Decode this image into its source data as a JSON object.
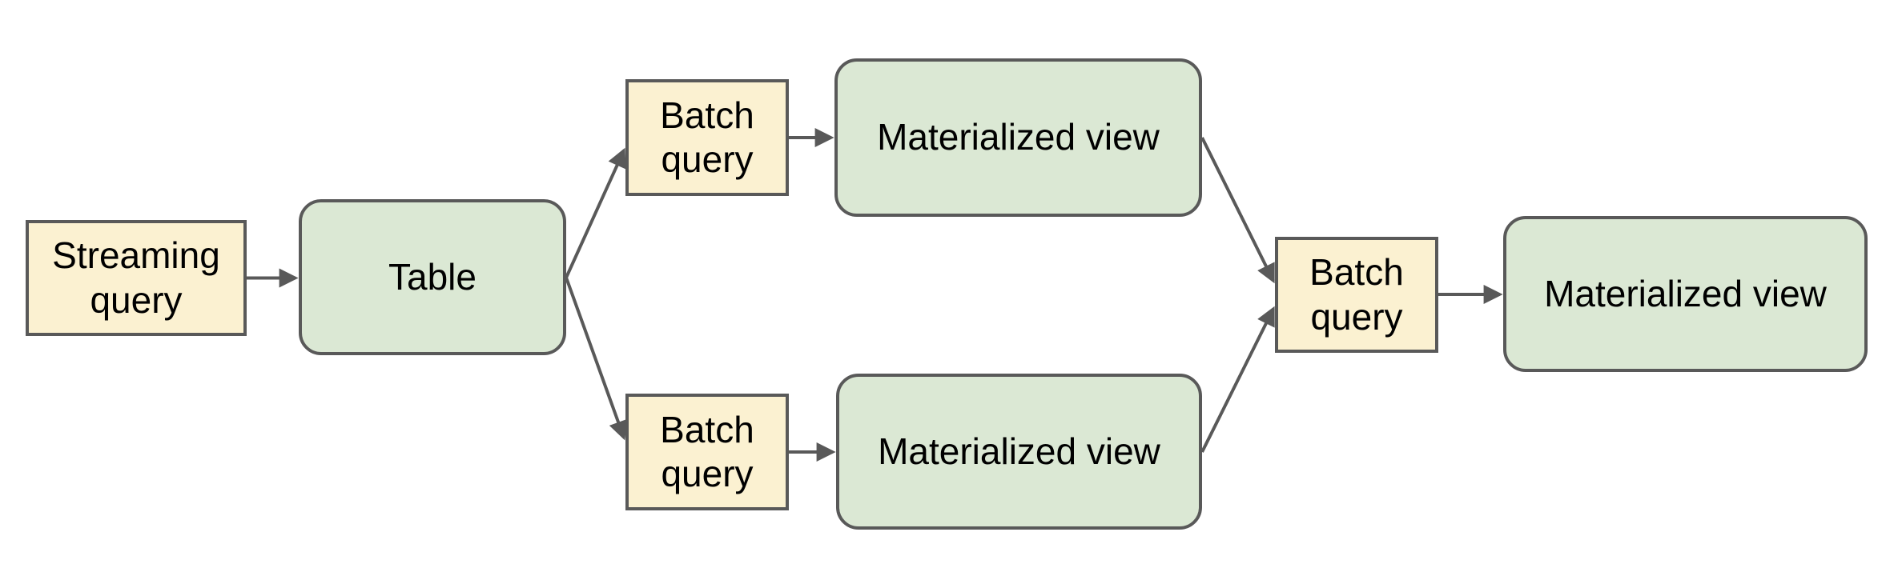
{
  "colors": {
    "background": "#ffffff",
    "box_yellow": "#fbf1d1",
    "box_green": "#dbe8d4",
    "border": "#595959",
    "connector": "#595959",
    "text": "#000000"
  },
  "nodes": [
    {
      "id": "streaming-query",
      "label": "Streaming query",
      "kind": "query"
    },
    {
      "id": "table",
      "label": "Table",
      "kind": "table"
    },
    {
      "id": "batch-query-top",
      "label": "Batch query",
      "kind": "query"
    },
    {
      "id": "materialized-view-top",
      "label": "Materialized view",
      "kind": "materialized-view"
    },
    {
      "id": "batch-query-bottom",
      "label": "Batch query",
      "kind": "query"
    },
    {
      "id": "materialized-view-bottom",
      "label": "Materialized view",
      "kind": "materialized-view"
    },
    {
      "id": "batch-query-final",
      "label": "Batch query",
      "kind": "query"
    },
    {
      "id": "materialized-view-final",
      "label": "Materialized view",
      "kind": "materialized-view"
    }
  ],
  "edges": [
    {
      "from": "streaming-query",
      "to": "table"
    },
    {
      "from": "table",
      "to": "batch-query-top"
    },
    {
      "from": "table",
      "to": "batch-query-bottom"
    },
    {
      "from": "batch-query-top",
      "to": "materialized-view-top"
    },
    {
      "from": "batch-query-bottom",
      "to": "materialized-view-bottom"
    },
    {
      "from": "materialized-view-top",
      "to": "batch-query-final"
    },
    {
      "from": "materialized-view-bottom",
      "to": "batch-query-final"
    },
    {
      "from": "batch-query-final",
      "to": "materialized-view-final"
    }
  ]
}
